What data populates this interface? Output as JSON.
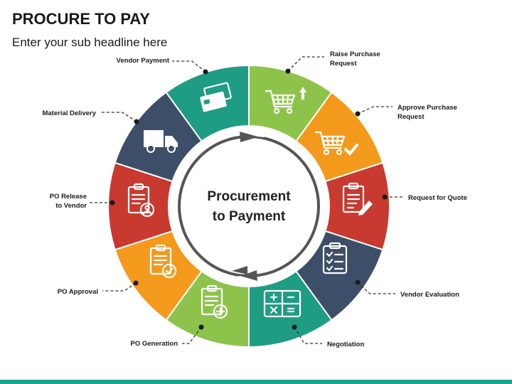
{
  "header": {
    "title": "PROCURE TO PAY",
    "subtitle": "Enter your sub headline here"
  },
  "center": {
    "line1": "Procurement",
    "line2": "to Payment"
  },
  "colors": {
    "green": "#8dc34b",
    "orange": "#f39a1d",
    "red": "#c8392f",
    "navy": "#3d4f68",
    "teal": "#1e9c84",
    "arrow": "#555555",
    "bottom_bar": "#1aa58c"
  },
  "steps": [
    {
      "label_lines": [
        "Raise Purchase",
        "Request"
      ],
      "color": "green",
      "icon": "shopping-cart-upload-icon"
    },
    {
      "label_lines": [
        "Approve Purchase",
        "Request"
      ],
      "color": "orange",
      "icon": "cart-check-icon"
    },
    {
      "label_lines": [
        "Request for Quote"
      ],
      "color": "red",
      "icon": "quote-request-icon"
    },
    {
      "label_lines": [
        "Vendor Evaluation"
      ],
      "color": "navy",
      "icon": "checklist-clipboard-icon"
    },
    {
      "label_lines": [
        "Negotiation"
      ],
      "color": "teal",
      "icon": "calculator-icon"
    },
    {
      "label_lines": [
        "PO Generation"
      ],
      "color": "green",
      "icon": "clipboard-add-icon"
    },
    {
      "label_lines": [
        "PO Approval"
      ],
      "color": "orange",
      "icon": "clipboard-approve-icon"
    },
    {
      "label_lines": [
        "PO Release",
        "to Vendor"
      ],
      "color": "red",
      "icon": "clipboard-user-icon"
    },
    {
      "label_lines": [
        "Material Delivery"
      ],
      "color": "navy",
      "icon": "delivery-truck-icon"
    },
    {
      "label_lines": [
        "Vendor Payment"
      ],
      "color": "teal",
      "icon": "credit-cards-icon"
    }
  ]
}
